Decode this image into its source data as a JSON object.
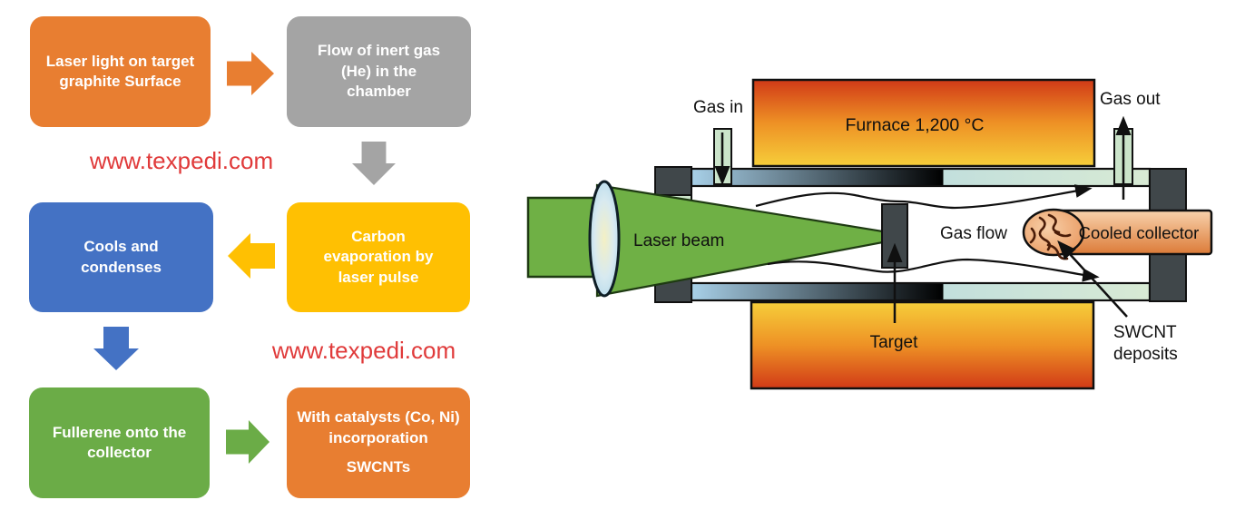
{
  "flowchart": {
    "watermark1": "www.texpedi.com",
    "watermark2": "www.texpedi.com",
    "steps": [
      {
        "id": "step-1",
        "label": "Laser light on target graphite Surface",
        "color": "#E87E31"
      },
      {
        "id": "step-2",
        "label": "Flow of inert gas (He) in the chamber",
        "color": "#A4A4A4"
      },
      {
        "id": "step-3",
        "label": "Carbon evaporation by laser pulse",
        "color": "#FFC002"
      },
      {
        "id": "step-4",
        "label": "Cools and condenses",
        "color": "#4472C4"
      },
      {
        "id": "step-5",
        "label": "Fullerene onto the collector",
        "color": "#6BAC47"
      },
      {
        "id": "step-6",
        "label": "With catalysts (Co, Ni) incorporation",
        "label2": "SWCNTs",
        "color": "#E87E31"
      }
    ],
    "watermark_color": "#E03A3A"
  },
  "diagram": {
    "labels": {
      "gas_in": "Gas in",
      "gas_out": "Gas out",
      "furnace": "Furnace 1,200 °C",
      "laser_beam": "Laser beam",
      "gas_flow": "Gas flow",
      "cooled_collector": "Cooled collector",
      "target": "Target",
      "swcnt_line1": "SWCNT",
      "swcnt_line2": "deposits"
    },
    "colors": {
      "furnace_hot": "#D84018",
      "furnace_warm": "#F6CE3A",
      "laser_green": "#6FB045",
      "tube_blue": "#A8D0E8",
      "tube_green": "#D8EAD4",
      "window_green": "#CBE4CA",
      "metal_dark": "#40474A",
      "collector_light": "#F7CDA2",
      "collector_dark": "#DE8040",
      "deposit_brown": "#4A1C08"
    }
  }
}
